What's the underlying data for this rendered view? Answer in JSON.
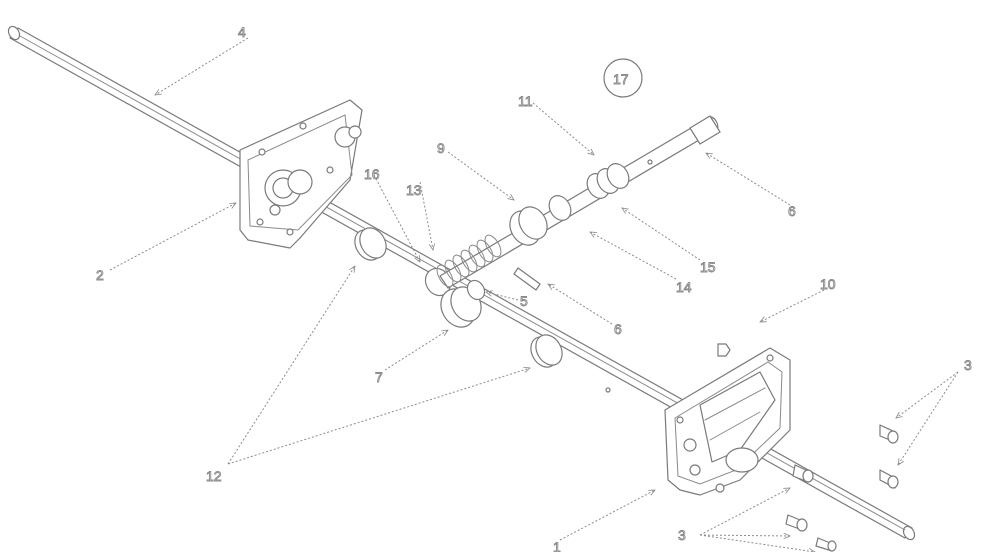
{
  "callouts": {
    "c1": "1",
    "c2": "2",
    "c3a": "3",
    "c3b": "3",
    "c4": "4",
    "c5": "5",
    "c6a": "6",
    "c6b": "6",
    "c7": "7",
    "c9": "9",
    "c10": "10",
    "c11": "11",
    "c12": "12",
    "c13": "13",
    "c14": "14",
    "c15": "15",
    "c16": "16",
    "c17": "17"
  }
}
